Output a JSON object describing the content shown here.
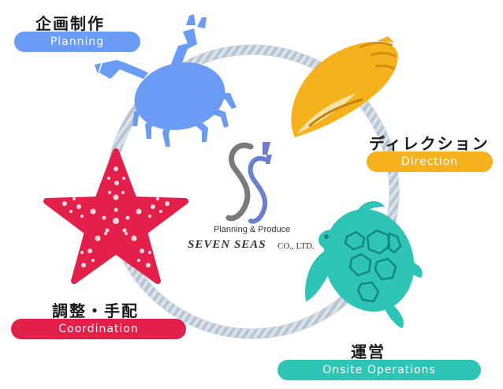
{
  "company": {
    "tagline": "Planning & Produce",
    "name": "SEVEN SEAS",
    "suffix": "CO., LTD."
  },
  "stages": [
    {
      "title_jp": "企画制作",
      "label_en": "Planning",
      "icon": "crab-icon",
      "color": "#6a9bf5"
    },
    {
      "title_jp": "ディレクション",
      "label_en": "Direction",
      "icon": "shell-icon",
      "color": "#f5b21c"
    },
    {
      "title_jp": "運営",
      "label_en": "Onsite Operations",
      "icon": "turtle-icon",
      "color": "#2ec4b6"
    },
    {
      "title_jp": "調整・手配",
      "label_en": "Coordination",
      "icon": "starfish-icon",
      "color": "#e3204a"
    }
  ]
}
